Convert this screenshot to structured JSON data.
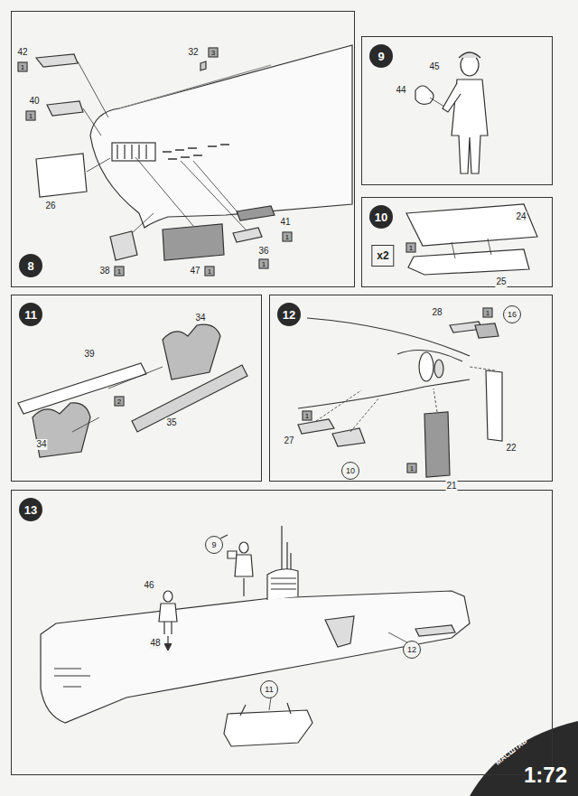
{
  "diagram": {
    "nodes": [
      {
        "text": [
          "8"
        ]
      },
      {
        "text": [
          "9"
        ]
      },
      {
        "text": [
          "10"
        ]
      },
      {
        "text": [
          "11"
        ]
      },
      {
        "text": [
          "12"
        ]
      },
      {
        "text": [
          "16"
        ],
        "in": 4
      },
      {
        "text": [
          "10"
        ],
        "in": 4
      },
      {
        "text": [
          "13"
        ]
      },
      {
        "text": [
          "9"
        ],
        "in": 7
      },
      {
        "text": [
          "12"
        ],
        "in": 7
      },
      {
        "text": [
          "11"
        ],
        "in": 7
      }
    ],
    "labels": [
      "42",
      "1",
      "32",
      "3",
      "40",
      "1",
      "26",
      "38",
      "1",
      "47",
      "1",
      "36",
      "1",
      "41",
      "1",
      "45",
      "44",
      "x2",
      "24",
      "1",
      "25",
      "39",
      "34",
      "2",
      "34",
      "35",
      "28",
      "1",
      "22",
      "27",
      "1",
      "21",
      "1",
      "46",
      "48",
      "1:72",
      "МАСШТАБ"
    ]
  }
}
